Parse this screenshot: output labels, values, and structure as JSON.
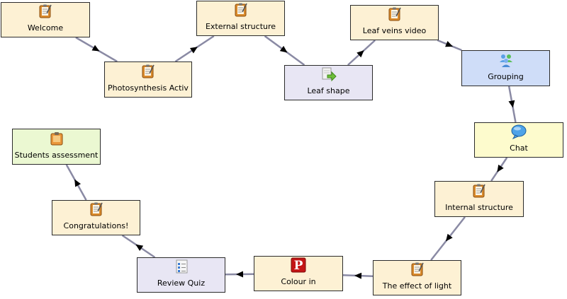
{
  "colors": {
    "activity_fill": "#fdf1d4",
    "gate_fill": "#e8e6f4",
    "group_fill": "#cfddf8",
    "chat_fill": "#fdfbcd",
    "assessment_fill": "#ebf8d2",
    "connector": "#8a8aa4"
  },
  "nodes": [
    {
      "id": "welcome",
      "label": "Welcome",
      "type": "activity",
      "icon": "notebook-icon"
    },
    {
      "id": "photosynthesis",
      "label": "Photosynthesis Activ",
      "type": "activity",
      "icon": "notebook-icon"
    },
    {
      "id": "external",
      "label": "External structure",
      "type": "activity",
      "icon": "notebook-icon"
    },
    {
      "id": "leafshape",
      "label": "Leaf shape",
      "type": "gate",
      "icon": "forward-arrow-icon"
    },
    {
      "id": "leafveins",
      "label": "Leaf veins video",
      "type": "activity",
      "icon": "notebook-icon"
    },
    {
      "id": "grouping",
      "label": "Grouping",
      "type": "group",
      "icon": "people-icon"
    },
    {
      "id": "chat",
      "label": "Chat",
      "type": "chat",
      "icon": "speech-bubble-icon"
    },
    {
      "id": "internal",
      "label": "Internal structure",
      "type": "activity",
      "icon": "notebook-icon"
    },
    {
      "id": "light",
      "label": "The effect of light",
      "type": "activity",
      "icon": "notebook-icon"
    },
    {
      "id": "colour",
      "label": "Colour in",
      "type": "activity",
      "icon": "p-logo-icon"
    },
    {
      "id": "quiz",
      "label": "Review Quiz",
      "type": "quiz",
      "icon": "checklist-icon"
    },
    {
      "id": "congrats",
      "label": "Congratulations!",
      "type": "activity",
      "icon": "notebook-icon"
    },
    {
      "id": "assessment",
      "label": "Students assessment",
      "type": "assess",
      "icon": "clipboard-icon"
    }
  ],
  "edges": [
    [
      "welcome",
      "photosynthesis"
    ],
    [
      "photosynthesis",
      "external"
    ],
    [
      "external",
      "leafshape"
    ],
    [
      "leafshape",
      "leafveins"
    ],
    [
      "leafveins",
      "grouping"
    ],
    [
      "grouping",
      "chat"
    ],
    [
      "chat",
      "internal"
    ],
    [
      "internal",
      "light"
    ],
    [
      "light",
      "colour"
    ],
    [
      "colour",
      "quiz"
    ],
    [
      "quiz",
      "congrats"
    ],
    [
      "congrats",
      "assessment"
    ]
  ]
}
